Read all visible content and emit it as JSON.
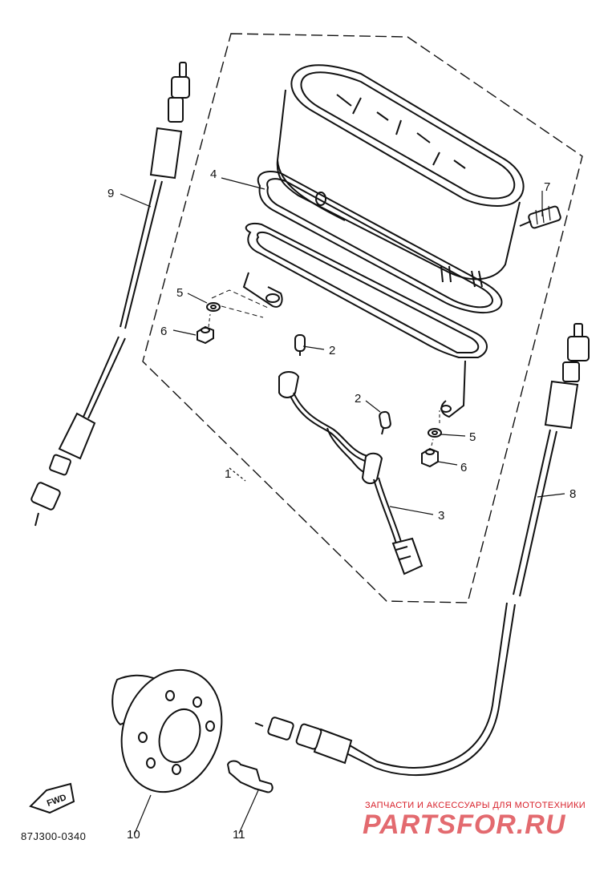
{
  "diagram_code": "87J300-0340",
  "watermark": {
    "tagline": "ЗАПЧАСТИ И АКСЕССУАРЫ ДЛЯ МОТОТЕХНИКИ",
    "brand_prefix": "PARTS",
    "brand_suffix": "FOR.RU"
  },
  "fwd_label": "FWD",
  "callouts": {
    "c1": "1",
    "c2a": "2",
    "c2b": "2",
    "c3": "3",
    "c4": "4",
    "c5a": "5",
    "c5b": "5",
    "c6a": "6",
    "c6b": "6",
    "c7": "7",
    "c8": "8",
    "c9": "9",
    "c10": "10",
    "c11": "11"
  }
}
